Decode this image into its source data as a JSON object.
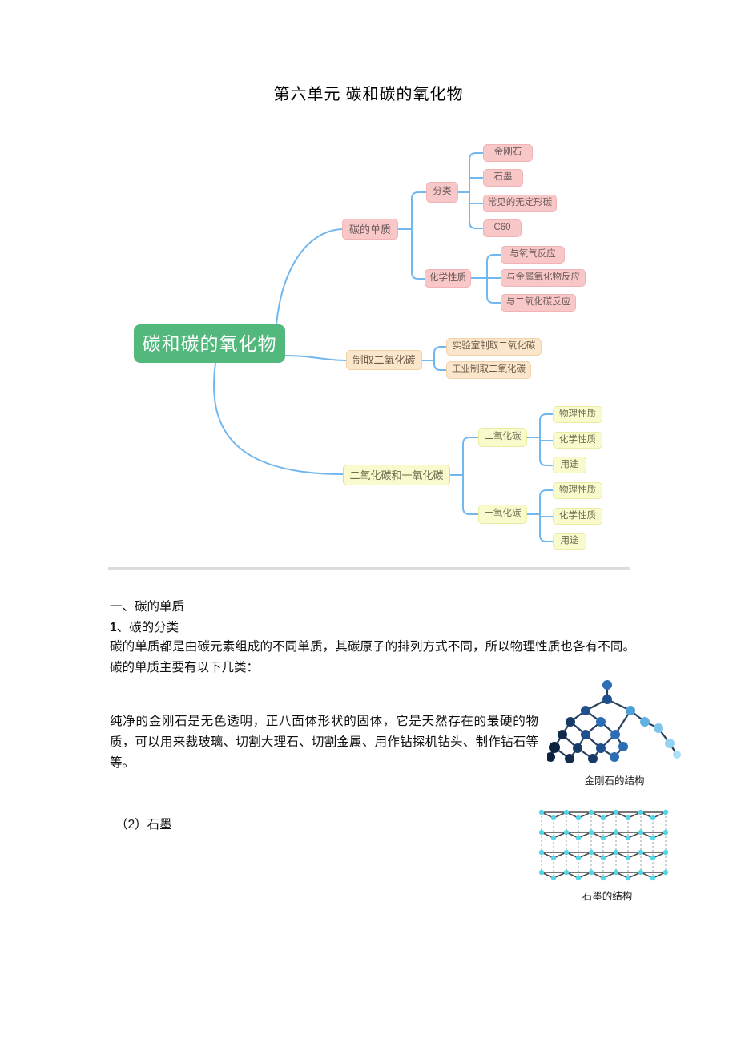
{
  "document": {
    "title": "第六单元 碳和碳的氧化物",
    "section1": {
      "heading": "一、碳的单质",
      "sub_num": "1",
      "sub_rest": "、碳的分类",
      "para1": "碳的单质都是由碳元素组成的不同单质，其碳原子的排列方式不同，所以物理性质也各有不同。碳的单质主要有以下几类：",
      "para2": "纯净的金刚石是无色透明，正八面体形状的固体，它是天然存在的最硬的物质，可以用来裁玻璃、切割大理石、切割金属、用作钻探机钻头、制作钻石等等。",
      "item2": "（2）石墨"
    },
    "figures": [
      {
        "caption": "金刚石的结构"
      },
      {
        "caption": "石墨的结构"
      }
    ]
  },
  "mindmap": {
    "root_label": "碳和碳的氧化物",
    "colors": {
      "root_bg": "#52b87c",
      "branch_pink": "#f8c8c8",
      "branch_peach": "#fce6cb",
      "branch_yellow": "#fafbcd",
      "edge_blue": "#72b7ee"
    },
    "branches": [
      {
        "label": "碳的单质",
        "children": [
          {
            "label": "分类",
            "children": [
              {
                "label": "金刚石"
              },
              {
                "label": "石墨"
              },
              {
                "label": "常见的无定形碳"
              },
              {
                "label": "C60"
              }
            ]
          },
          {
            "label": "化学性质",
            "children": [
              {
                "label": "与氧气反应"
              },
              {
                "label": "与金属氧化物反应"
              },
              {
                "label": "与二氧化碳反应"
              }
            ]
          }
        ]
      },
      {
        "label": "制取二氧化碳",
        "children": [
          {
            "label": "实验室制取二氧化碳"
          },
          {
            "label": "工业制取二氧化碳"
          }
        ]
      },
      {
        "label": "二氧化碳和一氧化碳",
        "children": [
          {
            "label": "二氧化碳",
            "children": [
              {
                "label": "物理性质"
              },
              {
                "label": "化学性质"
              },
              {
                "label": "用途"
              }
            ]
          },
          {
            "label": "一氧化碳",
            "children": [
              {
                "label": "物理性质"
              },
              {
                "label": "化学性质"
              },
              {
                "label": "用途"
              }
            ]
          }
        ]
      }
    ]
  }
}
